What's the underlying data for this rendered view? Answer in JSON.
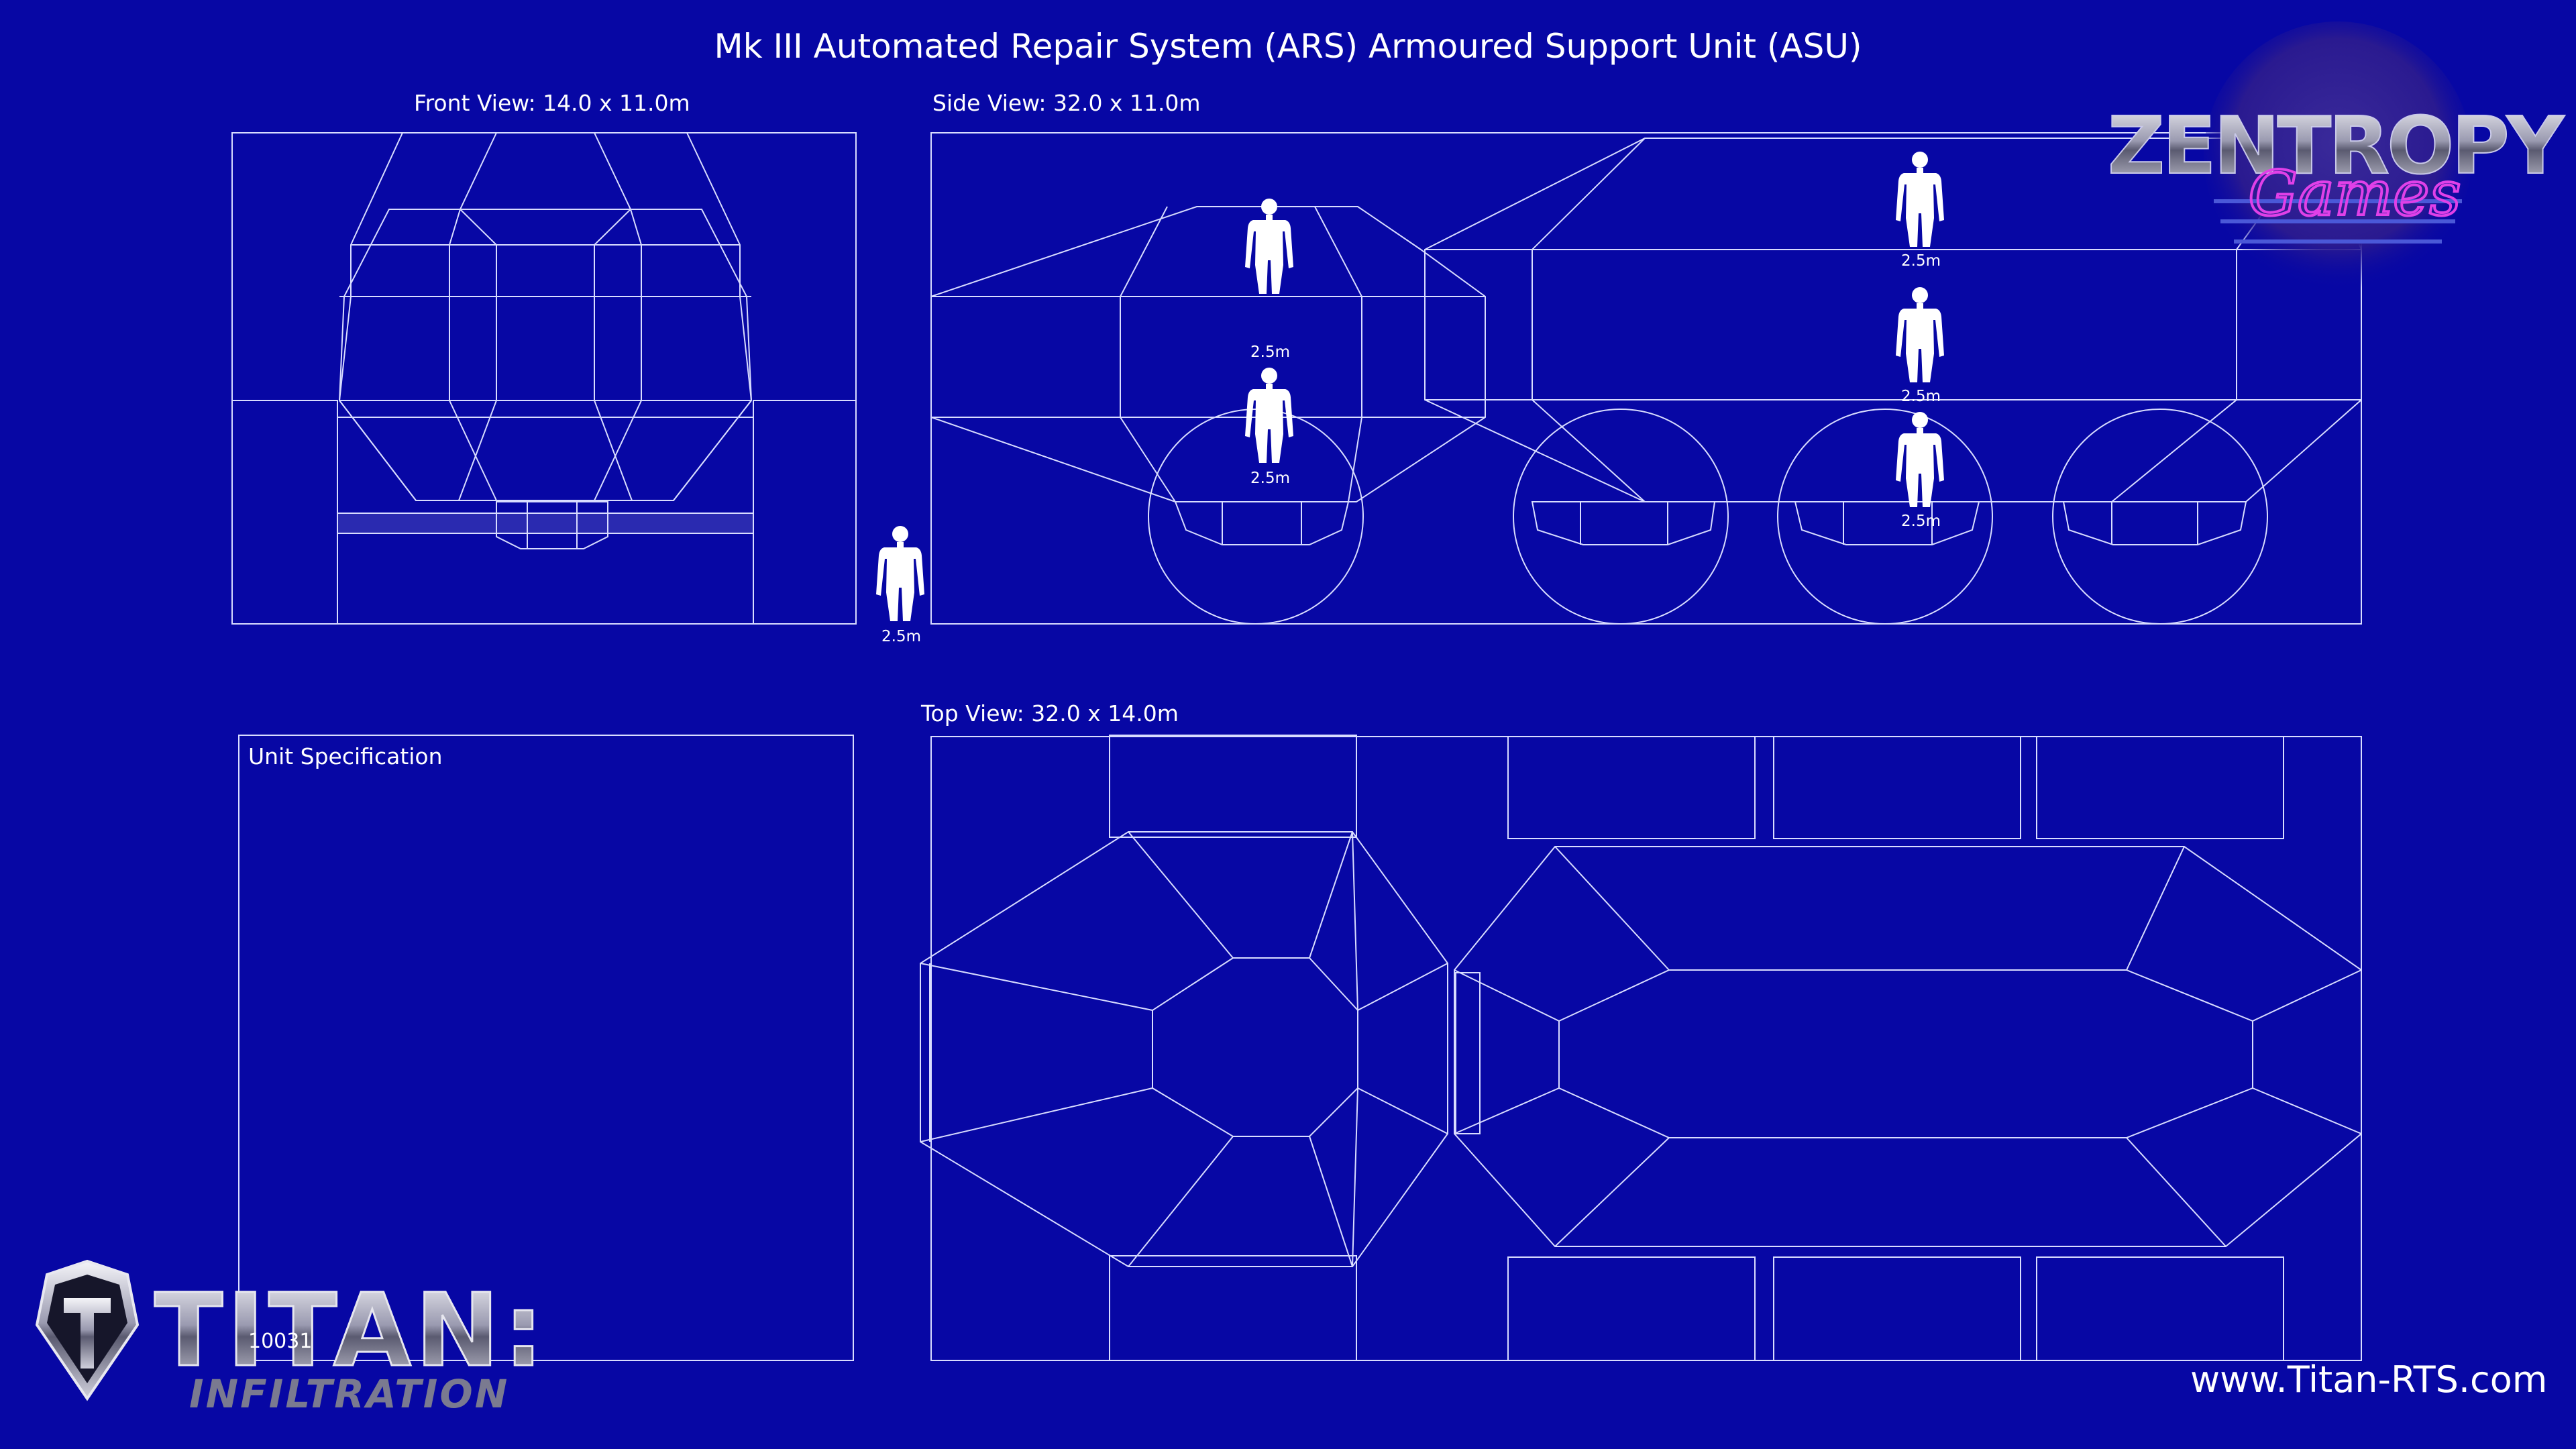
{
  "title": "Mk III Automated Repair System (ARS) Armoured Support Unit (ASU)",
  "views": {
    "front": "Front View: 14.0 x 11.0m",
    "side": "Side View: 32.0 x 11.0m",
    "top": "Top View: 32.0 x 14.0m"
  },
  "spec": {
    "title": "Unit Specification",
    "id": "10031"
  },
  "scale_label": "2.5m",
  "website": "www.Titan-RTS.com",
  "logos": {
    "zentropy_main": "ZENTROPY",
    "zentropy_sub": "Games",
    "titan_main": "TITAN:",
    "titan_sub": "INFILTRATION"
  },
  "colors": {
    "background": "#0707a4",
    "line": "#d8dcff"
  }
}
